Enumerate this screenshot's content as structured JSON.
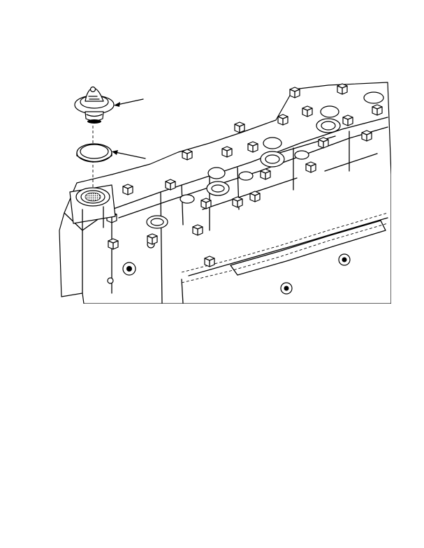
{
  "figure": {
    "parts": [
      "thermostat",
      "seal-ring",
      "cylinder-head"
    ],
    "callouts": [
      {
        "part": "thermostat",
        "label": ""
      },
      {
        "part": "seal-ring",
        "label": ""
      }
    ]
  }
}
